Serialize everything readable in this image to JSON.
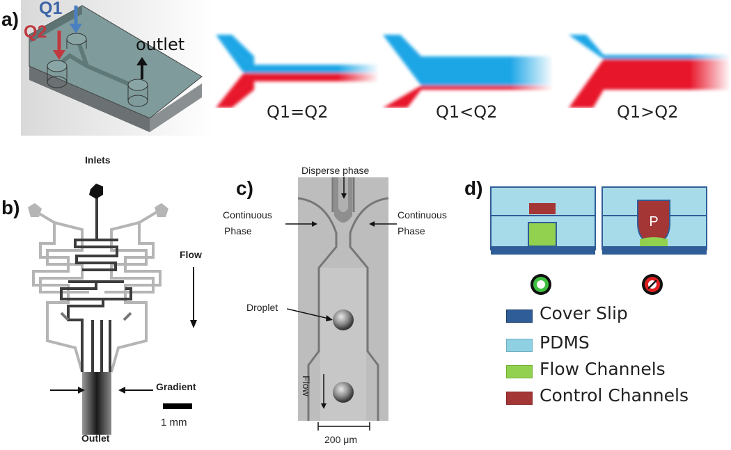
{
  "panel_a": {
    "letter": "a)",
    "q1_label": "Q1",
    "q2_label": "Q2",
    "outlet_label": "outlet",
    "conditions": [
      "Q1=Q2",
      "Q1<Q2",
      "Q1>Q2"
    ],
    "colors": {
      "q1": "#1aa6e6",
      "q2": "#e8192c",
      "q1_arrow": "#4a7fc1",
      "q2_arrow": "#c0393f"
    }
  },
  "panel_b": {
    "letter": "b)",
    "inlets_label": "Inlets",
    "flow_label": "Flow",
    "gradient_label": "Gradient",
    "scale_label": "1 mm",
    "outlet_label": "Outlet"
  },
  "panel_c": {
    "letter": "c)",
    "disperse_label": "Disperse phase",
    "continuous_left": [
      "Continuous",
      "Phase"
    ],
    "continuous_right": [
      "Continuous",
      "Phase"
    ],
    "droplet_label": "Droplet",
    "flow_label": "Flow",
    "scale_label": "200 μm"
  },
  "panel_d": {
    "letter": "d)",
    "valve_label": "P",
    "open_icon": "open-valve-icon",
    "closed_icon": "closed-valve-icon",
    "legend": [
      {
        "label": "Cover Slip",
        "color": "#2f5d97"
      },
      {
        "label": "PDMS",
        "color": "#8fd0e3"
      },
      {
        "label": "Flow Channels",
        "color": "#92d050"
      },
      {
        "label": "Control Channels",
        "color": "#a53636"
      }
    ]
  }
}
